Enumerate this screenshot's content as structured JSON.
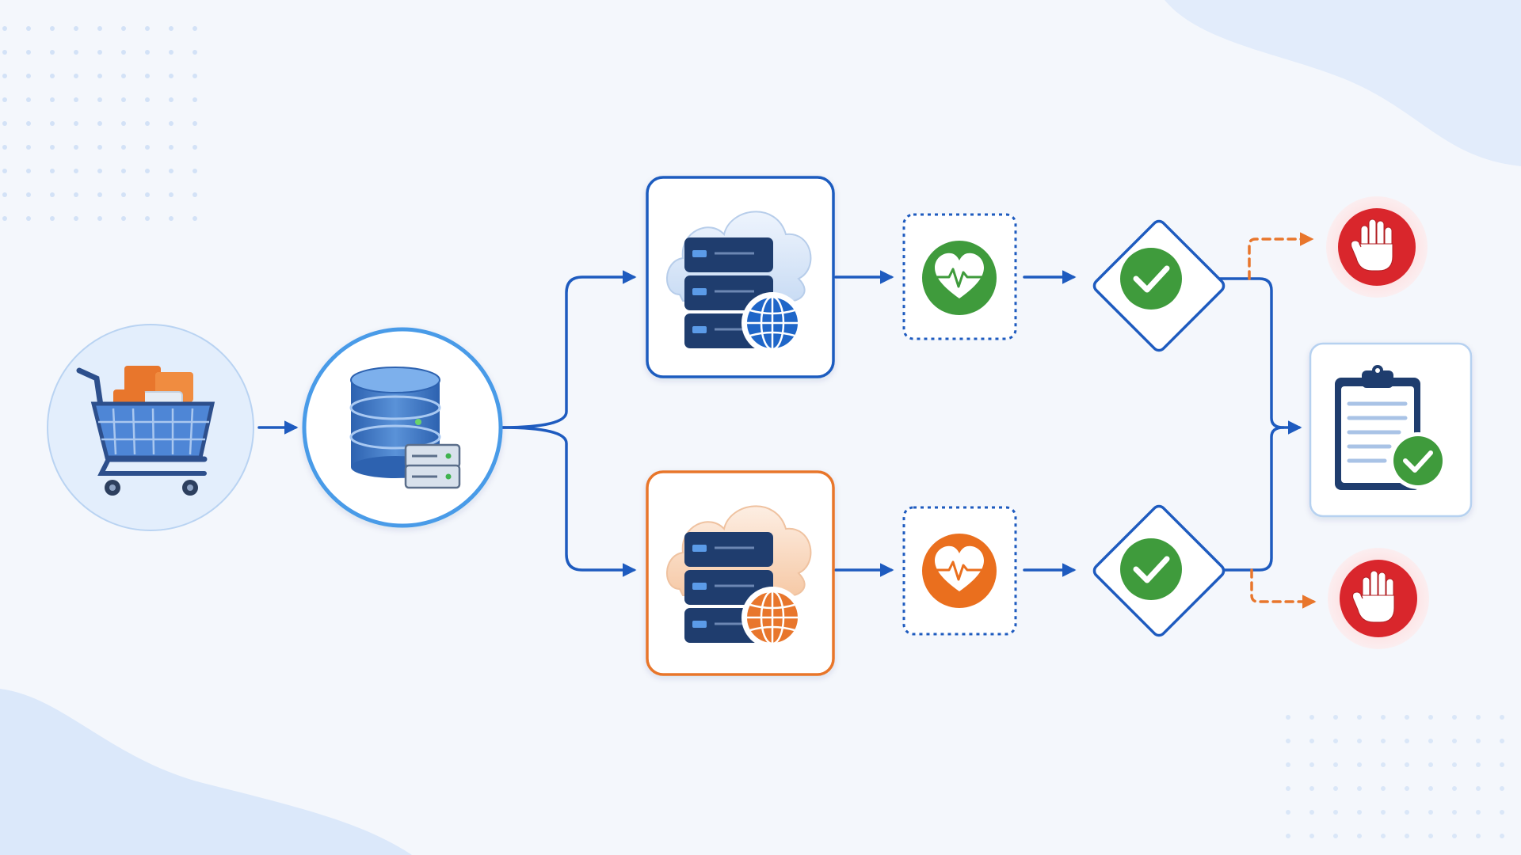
{
  "diagram": {
    "nodes": [
      {
        "id": "cart",
        "icon": "shopping-cart-icon"
      },
      {
        "id": "database",
        "icon": "database-server-icon"
      },
      {
        "id": "cloud-blue",
        "icon": "cloud-server-globe-icon",
        "accent": "#1e5bbf"
      },
      {
        "id": "cloud-orange",
        "icon": "cloud-server-globe-icon",
        "accent": "#e8762c"
      },
      {
        "id": "health-blue",
        "icon": "heartbeat-icon",
        "accent": "#3f9b3c"
      },
      {
        "id": "health-orange",
        "icon": "heartbeat-icon",
        "accent": "#ea6f1e"
      },
      {
        "id": "check-blue",
        "icon": "checkmark-diamond-icon"
      },
      {
        "id": "check-orange",
        "icon": "checkmark-diamond-icon"
      },
      {
        "id": "stop-top",
        "icon": "stop-hand-icon"
      },
      {
        "id": "stop-bottom",
        "icon": "stop-hand-icon"
      },
      {
        "id": "clipboard",
        "icon": "clipboard-check-icon"
      }
    ],
    "edges": [
      {
        "from": "cart",
        "to": "database",
        "style": "solid"
      },
      {
        "from": "database",
        "to": "cloud-blue",
        "style": "solid"
      },
      {
        "from": "database",
        "to": "cloud-orange",
        "style": "solid"
      },
      {
        "from": "cloud-blue",
        "to": "health-blue",
        "style": "solid"
      },
      {
        "from": "cloud-orange",
        "to": "health-orange",
        "style": "solid"
      },
      {
        "from": "health-blue",
        "to": "check-blue",
        "style": "solid"
      },
      {
        "from": "health-orange",
        "to": "check-orange",
        "style": "solid"
      },
      {
        "from": "check-blue",
        "to": "clipboard",
        "style": "solid"
      },
      {
        "from": "check-orange",
        "to": "clipboard",
        "style": "solid"
      },
      {
        "from": "check-blue",
        "to": "stop-top",
        "style": "dashed"
      },
      {
        "from": "check-orange",
        "to": "stop-bottom",
        "style": "dashed"
      }
    ],
    "colors": {
      "primary_blue": "#1e5bbf",
      "light_blue": "#4a9be8",
      "orange": "#e8762c",
      "green": "#3f9b3c",
      "red": "#d9262c",
      "navy": "#1f3d6e",
      "background": "#f4f7fc"
    }
  }
}
